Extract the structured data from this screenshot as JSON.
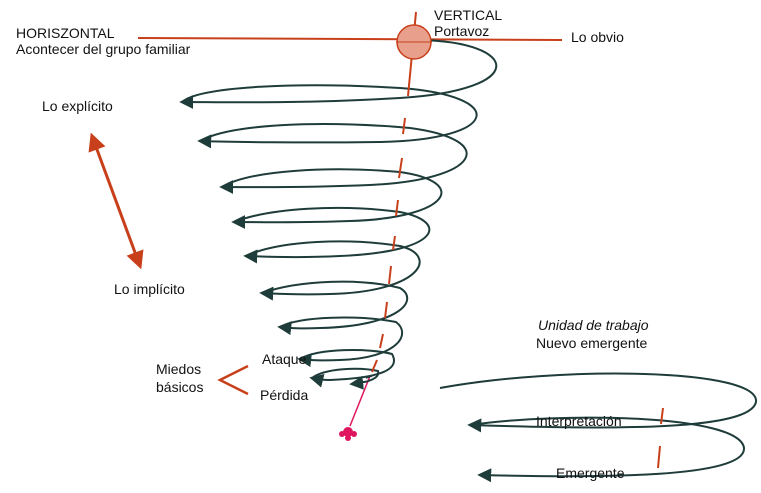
{
  "labels": {
    "horizontal_title": "HORISZONTAL",
    "horizontal_sub": "Acontecer del grupo familiar",
    "vertical_title": "VERTICAL",
    "vertical_sub": "Portavoz",
    "obvious": "Lo obvio",
    "explicit": "Lo explícito",
    "implicit": "Lo implícito",
    "fears_line1": "Miedos",
    "fears_line2": "básicos",
    "attack": "Ataque",
    "loss": "Pérdida",
    "work_unit": "Unidad de trabajo",
    "new_emergent": "Nuevo emergente",
    "interpretation": "Interpretación",
    "emergent": "Emergente"
  },
  "colors": {
    "spiral": "#1e3d3a",
    "accent": "#c8401b",
    "portavoz_fill": "#e8a08c",
    "seed": "#e0155f",
    "text": "#111111"
  }
}
